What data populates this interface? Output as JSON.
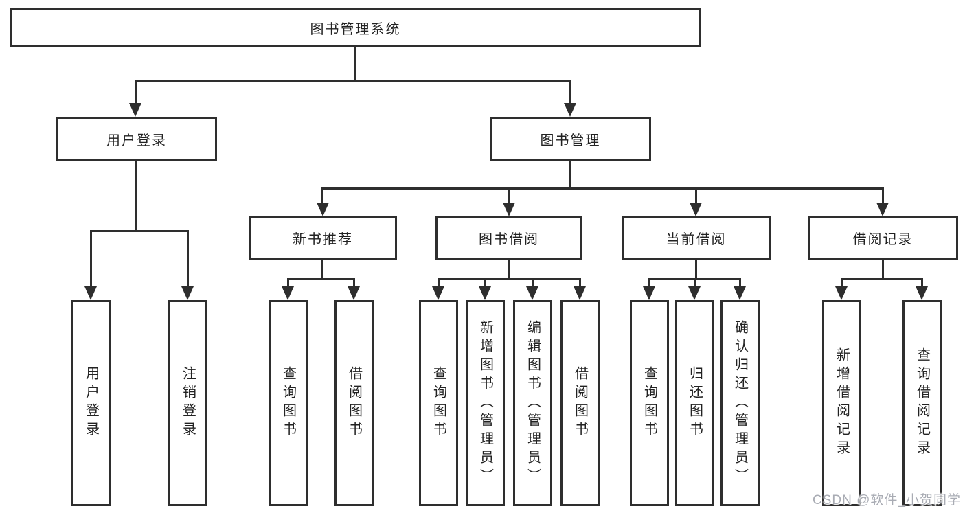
{
  "colors": {
    "line": "#2e2e2e",
    "text": "#222222",
    "box_bg": "#ffffff",
    "watermark": "#a9acb4"
  },
  "nodes": {
    "root": "图书管理系统",
    "user_login": "用户登录",
    "book_mgmt": "图书管理",
    "new_book_rec": "新书推荐",
    "book_borrow": "图书借阅",
    "current_borrow": "当前借阅",
    "borrow_record": "借阅记录",
    "leaf_user_login": "用户登录",
    "leaf_logout": "注销登录",
    "leaf_nb_query": "查询图书",
    "leaf_nb_borrow": "借阅图书",
    "leaf_bb_query": "查询图书",
    "leaf_bb_add": "新增图书（管理员）",
    "leaf_bb_edit": "编辑图书（管理员）",
    "leaf_bb_borrow": "借阅图书",
    "leaf_cb_query": "查询图书",
    "leaf_cb_return": "归还图书",
    "leaf_cb_confirm": "确认归还（管理员）",
    "leaf_br_add": "新增借阅记录",
    "leaf_br_query": "查询借阅记录"
  },
  "watermark": "CSDN @软件_小贺同学"
}
